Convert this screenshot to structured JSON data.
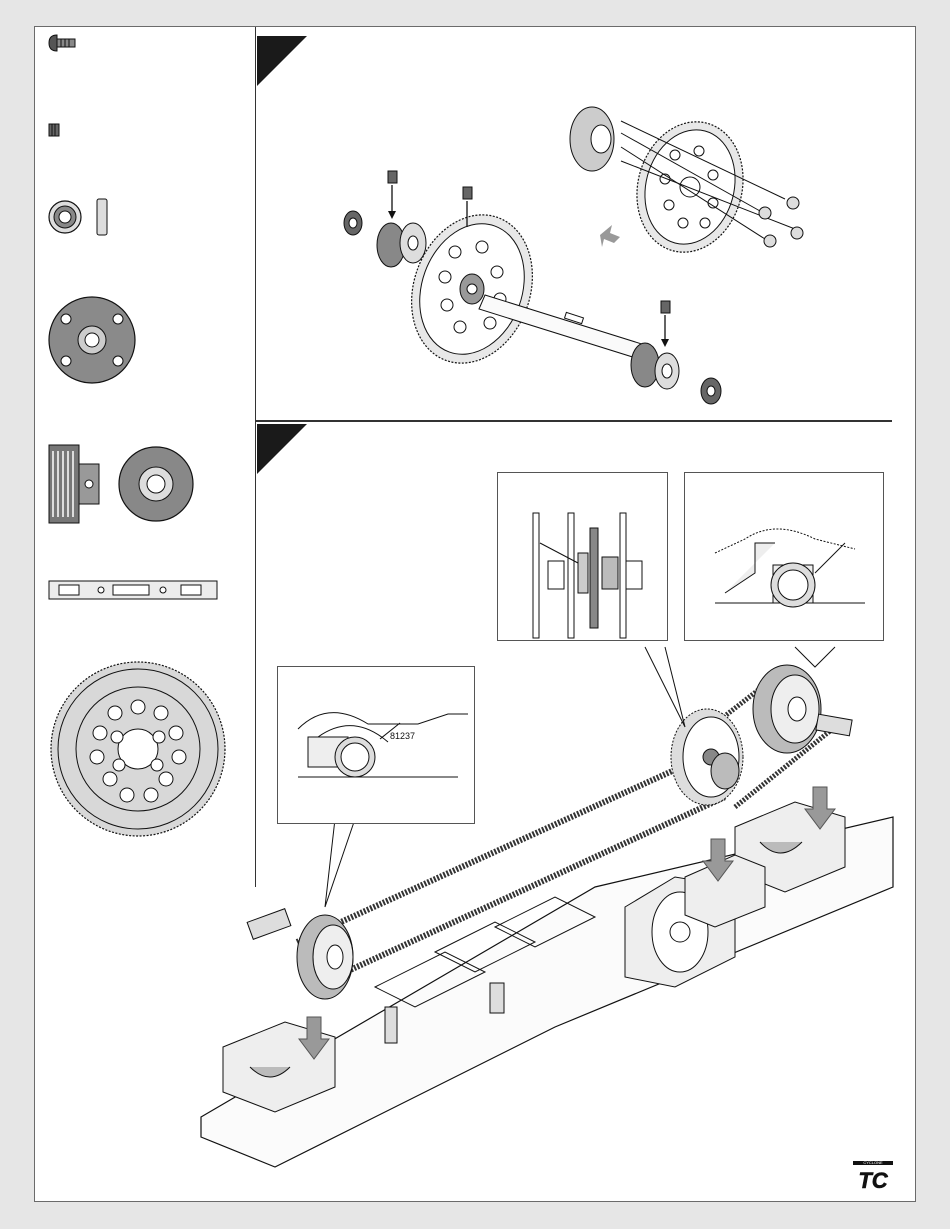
{
  "sidebar": {
    "parts": [
      {
        "icon": "button-head-screw-icon"
      },
      {
        "icon": "set-screw-icon"
      },
      {
        "icon": "bearing-and-pin-icon"
      },
      {
        "icon": "spur-hub-icon"
      },
      {
        "icon": "pulley-and-bearing-icon"
      },
      {
        "icon": "shaft-icon"
      },
      {
        "icon": "spur-gear-icon"
      }
    ]
  },
  "steps": [
    {
      "marker": "step-1-marker"
    },
    {
      "marker": "step-2-marker"
    }
  ],
  "callouts": {
    "front_belt_detail": {
      "part_number": "81237"
    }
  },
  "brand": {
    "logo_text": "TC",
    "logo_top_text": "CYCLONE"
  },
  "colors": {
    "ink": "#1a1a1a",
    "part_fill": "#8a8a8a",
    "light_fill": "#d8d8d8",
    "page_bg": "#e6e6e6"
  }
}
